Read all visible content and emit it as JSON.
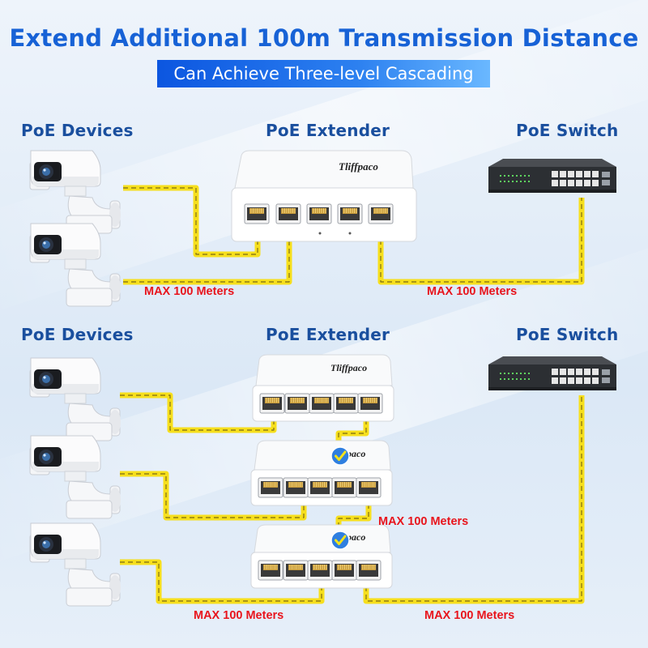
{
  "header": {
    "title": "Extend Additional 100m Transmission Distance",
    "subtitle": "Can Achieve Three-level Cascading"
  },
  "top_section": {
    "devices_label": "PoE Devices",
    "extender_label": "PoE Extender",
    "switch_label": "PoE Switch",
    "distance_left": "MAX 100 Meters",
    "distance_right": "MAX 100 Meters"
  },
  "bottom_section": {
    "devices_label": "PoE Devices",
    "extender_label": "PoE Extender",
    "switch_label": "PoE Switch",
    "distance_mid": "MAX 100 Meters",
    "distance_bottom_left": "MAX 100 Meters",
    "distance_bottom_right": "MAX 100 Meters"
  },
  "brand": {
    "name": "Tliffpaco",
    "partial": "paco"
  },
  "colors": {
    "title_blue": "#1762d6",
    "label_red": "#e8141c",
    "cable_yellow": "#f6df1d",
    "switch_body": "#2c2f33",
    "check_blue": "#2f7fe0"
  }
}
